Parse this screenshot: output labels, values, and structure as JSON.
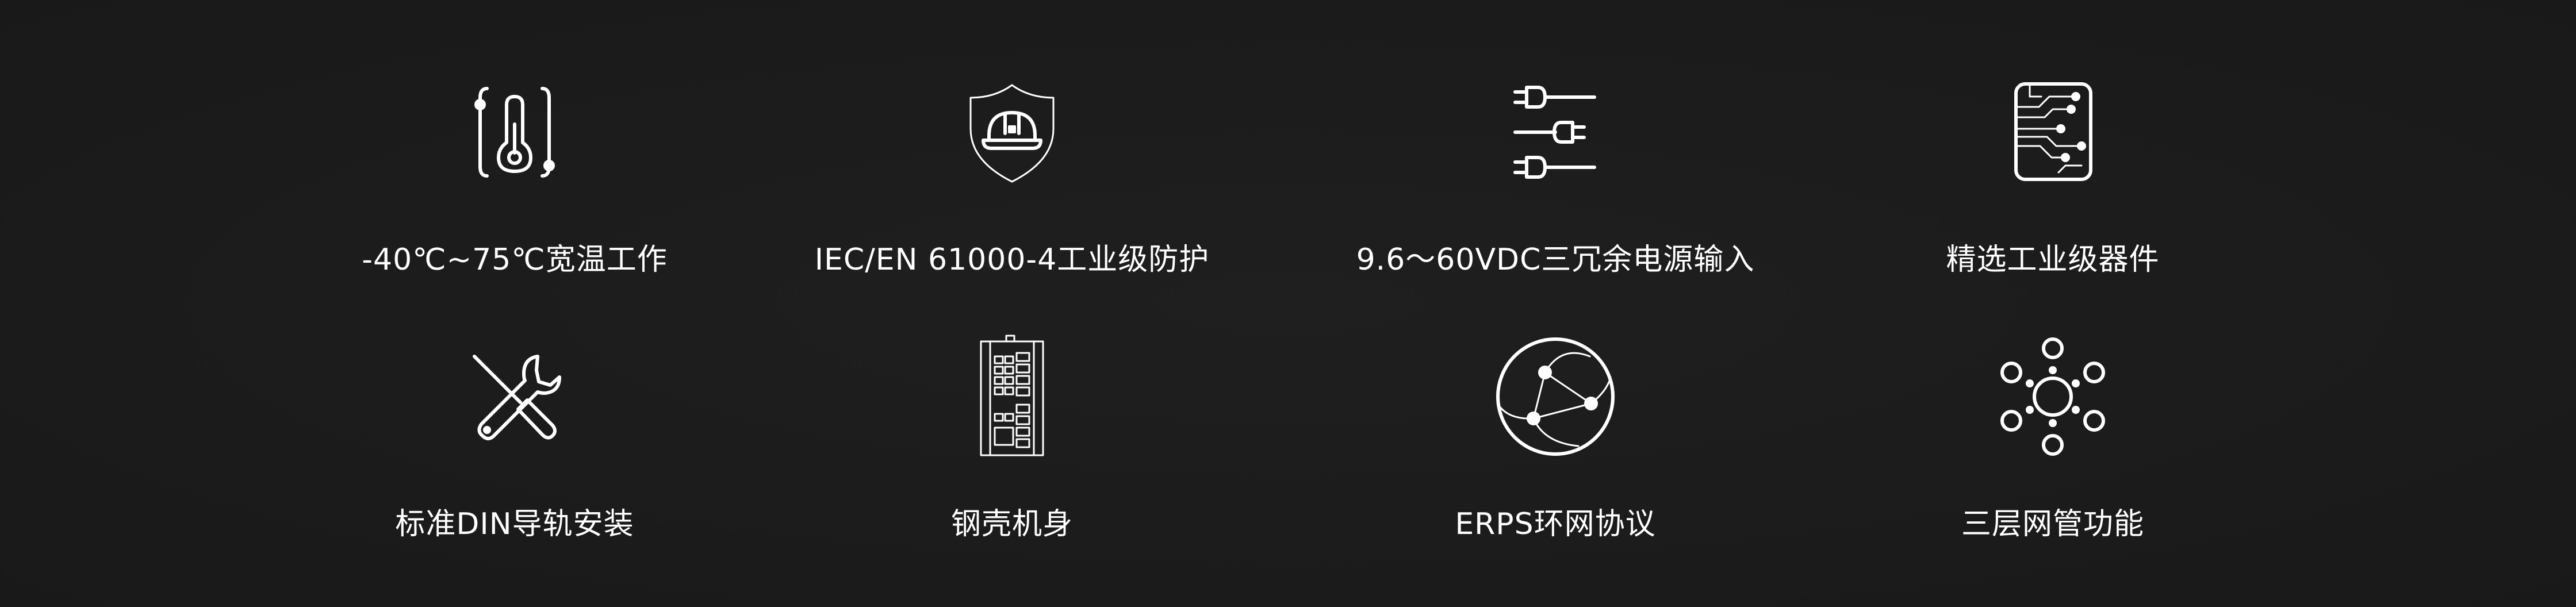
{
  "features": [
    {
      "id": "temp",
      "label": "-40℃~75℃宽温工作",
      "icon": "thermometer-icon"
    },
    {
      "id": "emc",
      "label": "IEC/EN 61000-4工业级防护",
      "icon": "shield-helmet-icon"
    },
    {
      "id": "power",
      "label": "9.6～60VDC三冗余电源输入",
      "icon": "power-plugs-icon"
    },
    {
      "id": "components",
      "label": "精选工业级器件",
      "icon": "circuit-chip-icon"
    },
    {
      "id": "din",
      "label": "标准DIN导轨安装",
      "icon": "wrench-screwdriver-icon"
    },
    {
      "id": "housing",
      "label": "钢壳机身",
      "icon": "switch-device-icon"
    },
    {
      "id": "erps",
      "label": "ERPS环网协议",
      "icon": "globe-network-icon"
    },
    {
      "id": "l3",
      "label": "三层网管功能",
      "icon": "network-nodes-icon"
    }
  ],
  "colors": {
    "background": "#1b1b1b",
    "foreground": "#ffffff"
  }
}
